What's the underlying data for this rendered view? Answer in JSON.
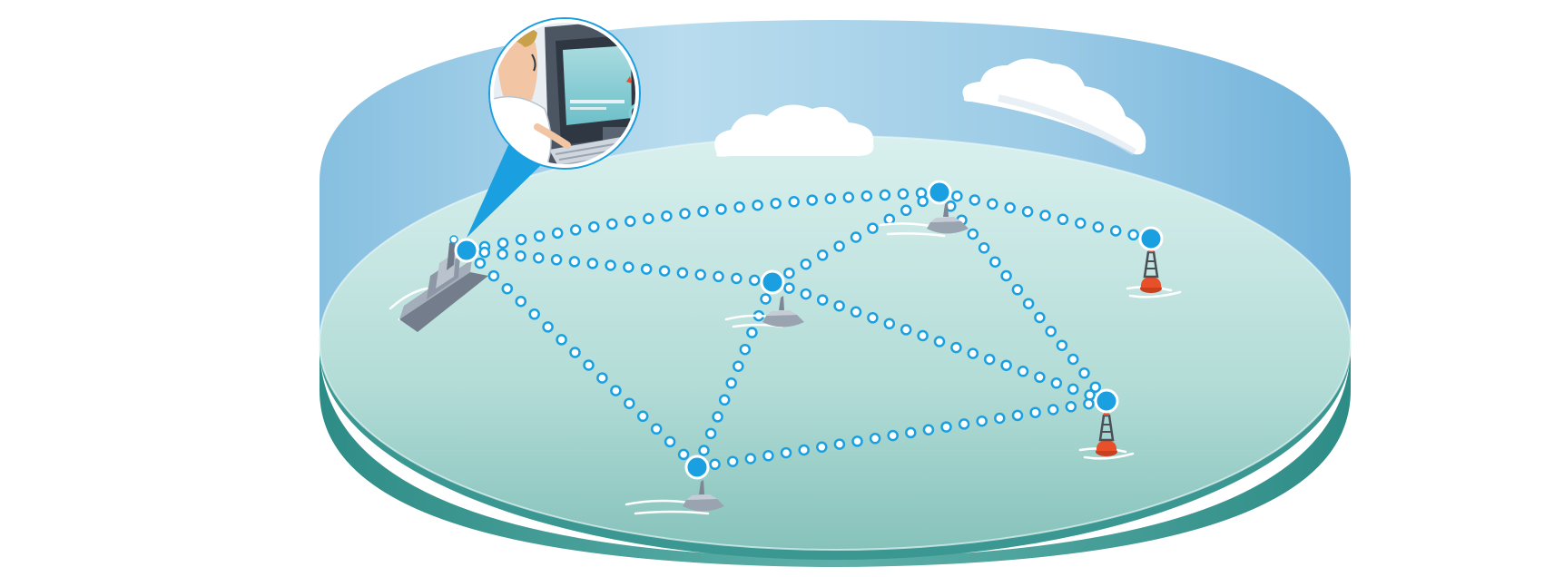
{
  "diagram": {
    "type": "maritime-mesh-network",
    "colors": {
      "sky_top": "#7FB9DC",
      "sky_bottom": "#BFE0EE",
      "sea_top": "#D3ECEA",
      "sea_bottom": "#8CC6C0",
      "disc_rim": "#3E9A94",
      "link_dot_stroke": "#1A9FE0",
      "node_fill": "#1A9FE0",
      "buoy_orange": "#E8502A",
      "vessel_gray": "#8E97A6",
      "cloud": "#FFFFFF"
    },
    "nodes": [
      {
        "id": "command-ship",
        "kind": "ship",
        "icon": "warship-icon"
      },
      {
        "id": "usv-north",
        "kind": "surface-drone",
        "icon": "usv-icon"
      },
      {
        "id": "usv-center",
        "kind": "surface-drone",
        "icon": "usv-icon"
      },
      {
        "id": "usv-south",
        "kind": "surface-drone",
        "icon": "usv-icon"
      },
      {
        "id": "buoy-east",
        "kind": "buoy",
        "icon": "buoy-icon"
      },
      {
        "id": "buoy-southeast",
        "kind": "buoy",
        "icon": "buoy-icon"
      }
    ],
    "links": [
      [
        "command-ship",
        "usv-north"
      ],
      [
        "command-ship",
        "usv-center"
      ],
      [
        "command-ship",
        "usv-south"
      ],
      [
        "usv-center",
        "usv-north"
      ],
      [
        "usv-center",
        "usv-south"
      ],
      [
        "usv-center",
        "buoy-southeast"
      ],
      [
        "usv-north",
        "buoy-east"
      ],
      [
        "usv-north",
        "buoy-southeast"
      ],
      [
        "usv-south",
        "buoy-southeast"
      ]
    ],
    "inset": {
      "subject": "operator-at-console",
      "icon": "operator-console-icon",
      "attached_to": "command-ship"
    },
    "clouds": 2
  }
}
